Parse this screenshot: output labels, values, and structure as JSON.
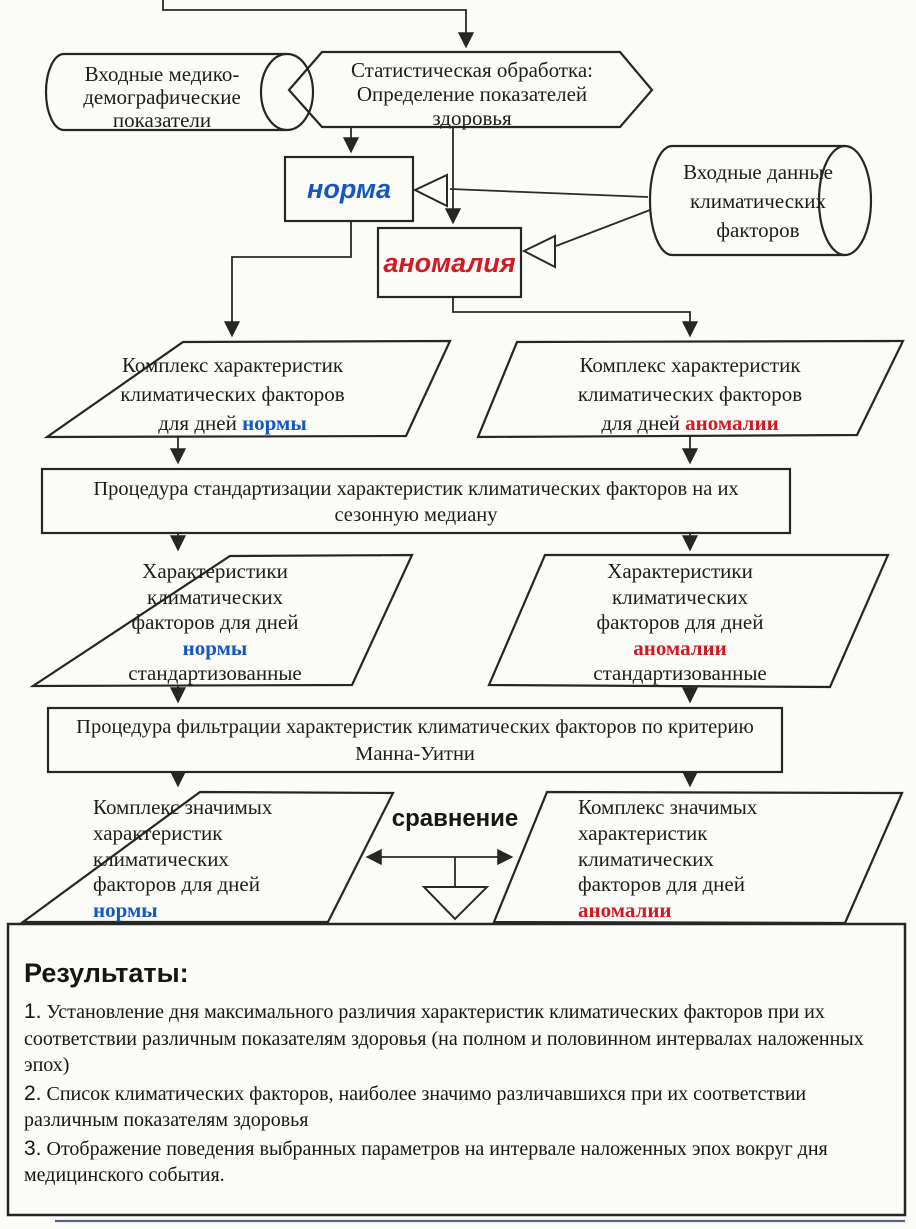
{
  "palette": {
    "accent_blue": "#1557c0",
    "accent_red": "#d01a24",
    "ink": "#262626",
    "bottom_rule": "#5a6480"
  },
  "nodes": {
    "med_input": {
      "l1": "Входные медико-",
      "l2": "демографические",
      "l3": "показатели"
    },
    "stat": {
      "l1": "Статистическая обработка:",
      "l2": "Определение показателей",
      "l3": "здоровья"
    },
    "norma": {
      "label": "норма"
    },
    "anomaly": {
      "label": "аномалия"
    },
    "climate_input": {
      "l1": "Входные данные",
      "l2": "климатических",
      "l3": "факторов"
    },
    "complex_norma": {
      "l1": "Комплекс характеристик",
      "l2": "климатических факторов",
      "l3_prefix": "для дней",
      "l3_word": "нормы"
    },
    "complex_anomaly": {
      "l1": "Комплекс характеристик",
      "l2": "климатических факторов",
      "l3_prefix": "для дней",
      "l3_word": "аномалии"
    },
    "standardization": {
      "l1": "Процедура стандартизации характеристик климатических факторов на их",
      "l2": "сезонную медиану"
    },
    "std_norma": {
      "l1": "Характеристики",
      "l2": "климатических",
      "l3": "факторов для дней",
      "word": "нормы",
      "l5": "стандартизованные"
    },
    "std_anomaly": {
      "l1": "Характеристики",
      "l2": "климатических",
      "l3": "факторов для дней",
      "word": "аномалии",
      "l5": "стандартизованные"
    },
    "filtering": {
      "l1": "Процедура фильтрации характеристик климатических факторов по критерию",
      "l2": "Манна-Уитни"
    },
    "signif_norma": {
      "l1": "Комплекс значимых",
      "l2": "характеристик",
      "l3": "климатических",
      "l4": "факторов для дней",
      "word": "нормы"
    },
    "signif_anomaly": {
      "l1": "Комплекс значимых",
      "l2": "характеристик",
      "l3": "климатических",
      "l4": "факторов для дней",
      "word": "аномалии"
    },
    "compare_label": "сравнение"
  },
  "results": {
    "title": "Результаты:",
    "items": [
      {
        "num": "1.",
        "text": "Установление дня максимального различия характеристик климатических факторов при их соответствии различным показателям здоровья (на полном и половинном интервалах наложенных эпох)"
      },
      {
        "num": "2.",
        "text": "Список климатических факторов, наиболее значимо различавшихся при их соответствии различным показателям здоровья"
      },
      {
        "num": "3.",
        "text": "Отображение поведения выбранных параметров на интервале наложенных эпох вокруг дня медицинского события."
      }
    ]
  }
}
